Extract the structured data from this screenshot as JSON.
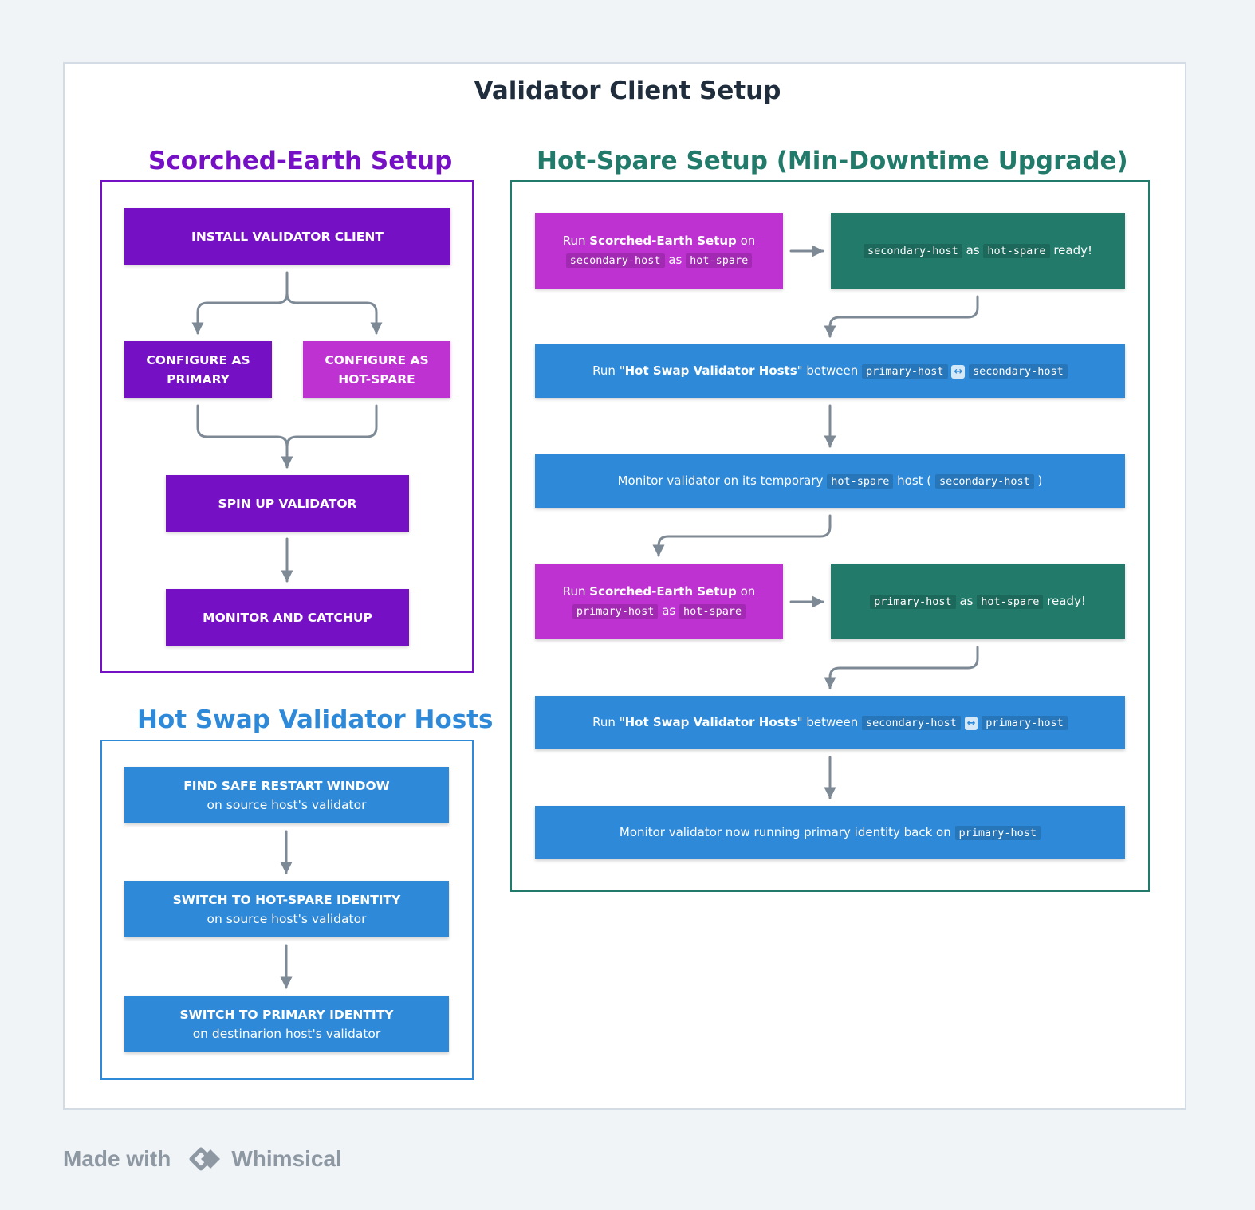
{
  "title": "Validator Client Setup",
  "colors": {
    "purple": "#7510c4",
    "magenta": "#bd32d1",
    "green": "#217a6a",
    "blue": "#2e8ad9",
    "scorched_title": "#7510c4",
    "hotswap_title": "#2e8ad9",
    "hotspare_title": "#217a6a",
    "connector": "#7d8a96"
  },
  "scorched": {
    "title": "Scorched-Earth Setup",
    "install": "INSTALL VALIDATOR CLIENT",
    "configure_primary": "CONFIGURE AS PRIMARY",
    "configure_hotspare": "CONFIGURE AS HOT-SPARE",
    "spin_up": "SPIN UP VALIDATOR",
    "monitor": "MONITOR AND CATCHUP"
  },
  "hotswap": {
    "title": "Hot Swap Validator Hosts",
    "steps": [
      {
        "title": "FIND SAFE RESTART WINDOW",
        "sub": "on source host's validator"
      },
      {
        "title": "SWITCH TO HOT-SPARE IDENTITY",
        "sub": "on source host's validator"
      },
      {
        "title": "SWITCH TO PRIMARY IDENTITY",
        "sub": "on destinarion host's validator"
      }
    ]
  },
  "hotspare": {
    "title": "Hot-Spare Setup (Min-Downtime Upgrade)",
    "run": "Run",
    "scorched_name": "Scorched-Earth Setup",
    "on": "on",
    "as": "as",
    "ready": "ready!",
    "quote_open": "\"",
    "quote_close": "\"",
    "hot_swap_name": "Hot Swap Validator Hosts",
    "between": "between",
    "swap_icon": "↔",
    "primary_host": "primary-host",
    "secondary_host": "secondary-host",
    "hot_spare": "hot-spare",
    "monitor_temp_prefix": "Monitor validator on its temporary",
    "monitor_temp_host": "host (",
    "monitor_temp_close": ")",
    "monitor_final_prefix": "Monitor validator now running primary identity back on"
  },
  "footer": {
    "made_with": "Made with",
    "brand": "Whimsical"
  }
}
